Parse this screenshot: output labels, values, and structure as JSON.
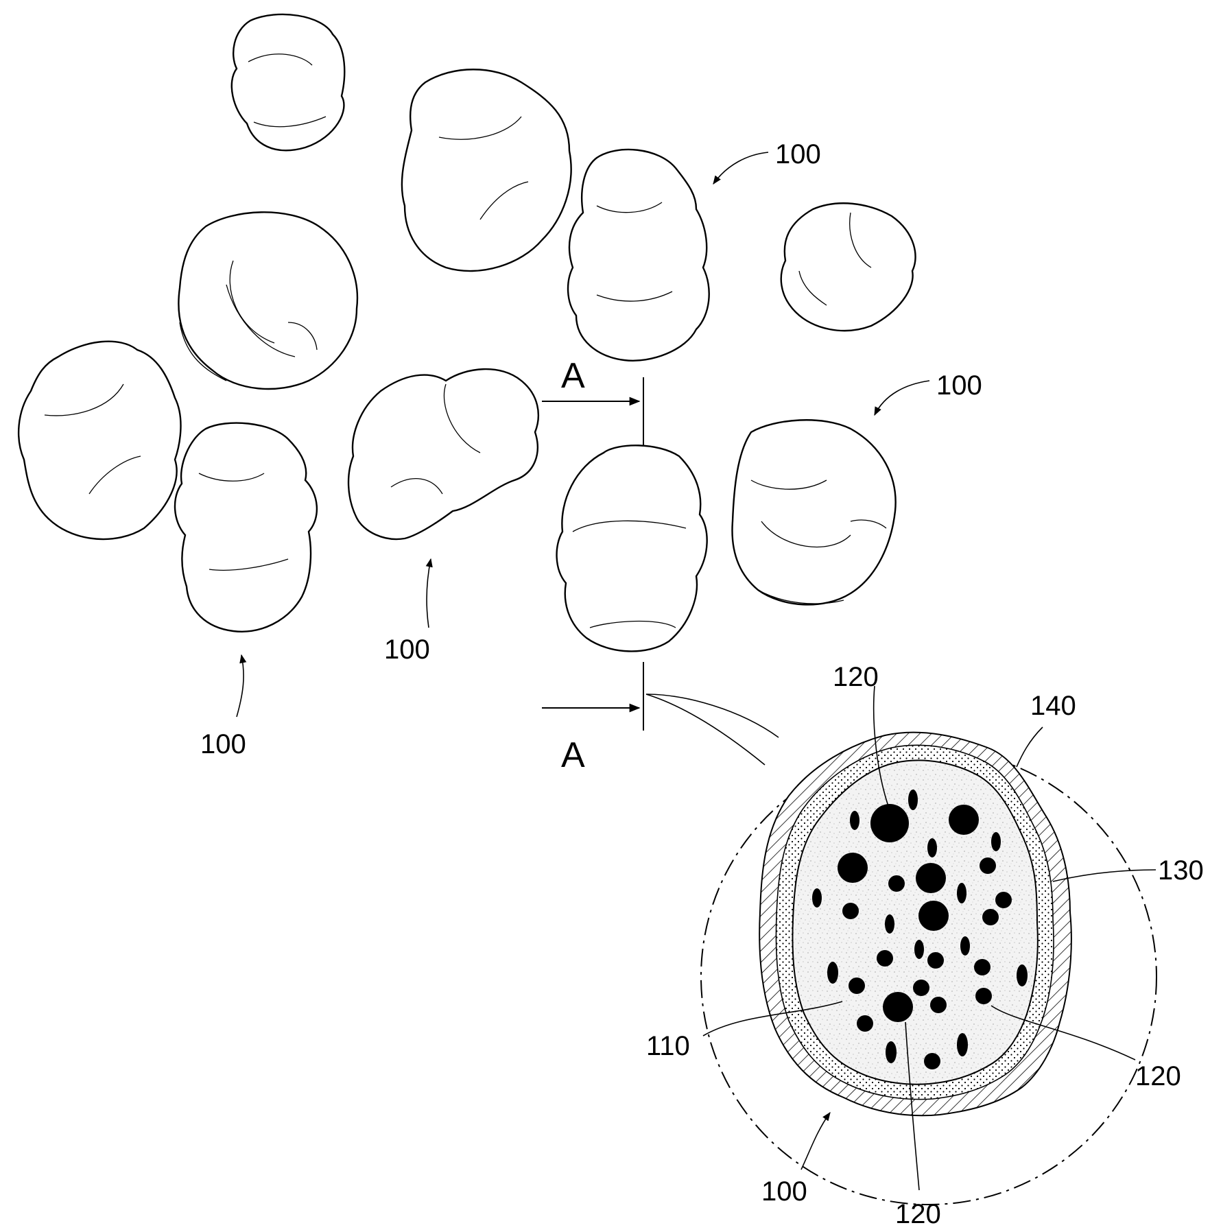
{
  "labels": {
    "particle_a": "100",
    "particle_b": "100",
    "particle_c": "100",
    "particle_d": "100",
    "particle_e": "100",
    "particle_section": "100",
    "core": "110",
    "pore_top": "120",
    "pore_right": "120",
    "pore_bottom": "120",
    "middle_layer": "130",
    "outer_layer": "140"
  },
  "section": {
    "letter_top": "A",
    "letter_bottom": "A"
  }
}
